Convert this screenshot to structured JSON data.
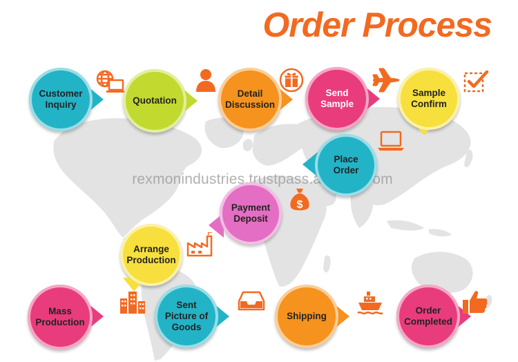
{
  "title": "Order Process",
  "watermark": "rexmonindustries.trustpass.alibaba.com",
  "steps": [
    {
      "label": "Customer\nInquiry",
      "color": "#23b3c7"
    },
    {
      "label": "Quotation",
      "color": "#c2d92f"
    },
    {
      "label": "Detail\nDiscussion",
      "color": "#f6921e"
    },
    {
      "label": "Send\nSample",
      "color": "#e93c7c"
    },
    {
      "label": "Sample\nConfirm",
      "color": "#f7df3e"
    },
    {
      "label": "Place\nOrder",
      "color": "#23b3c7"
    },
    {
      "label": "Payment\nDeposit",
      "color": "#e46ec3"
    },
    {
      "label": "Arrange\nProduction",
      "color": "#f7df3e"
    },
    {
      "label": "Mass\nProduction",
      "color": "#e93c7c"
    },
    {
      "label": "Sent\nPicture of\nGoods",
      "color": "#23b3c7"
    },
    {
      "label": "Shipping",
      "color": "#f6921e"
    },
    {
      "label": "Order\nCompleted",
      "color": "#e93c7c"
    }
  ],
  "icons": [
    "globe-computer-icon",
    "user-icon",
    "gift-box-icon",
    "airplane-icon",
    "checkbox-icon",
    "laptop-icon",
    "money-bag-icon",
    "factory-icon",
    "buildings-icon",
    "inbox-tray-icon",
    "ship-icon",
    "thumbs-up-icon"
  ],
  "colors": {
    "title": "#f26a21",
    "icon": "#f26a21",
    "map": "#e3e3e3",
    "watermark": "#969696"
  }
}
